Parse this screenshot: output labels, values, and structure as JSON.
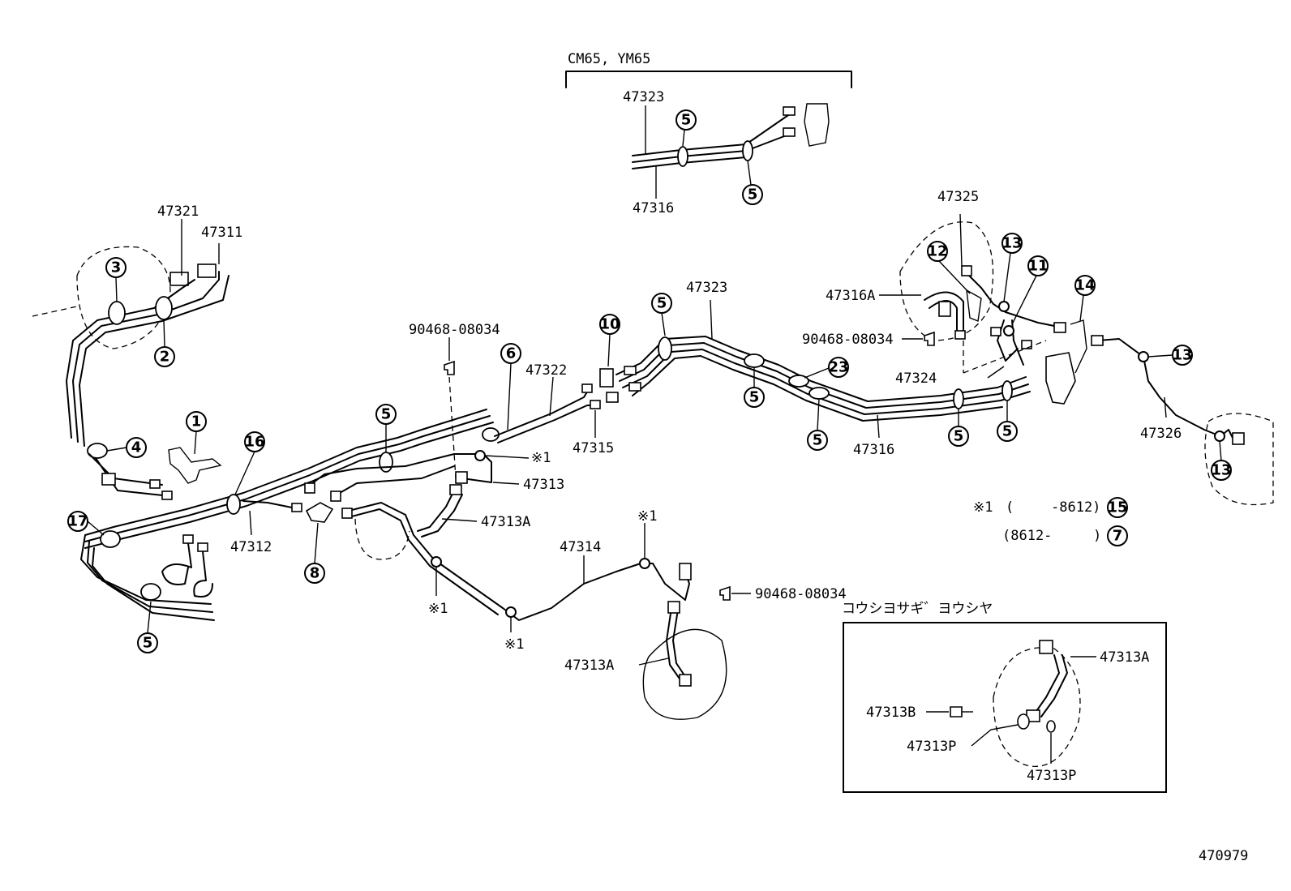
{
  "header": {
    "variant_label": "CM65, YM65"
  },
  "footer": {
    "diagram_code": "470979"
  },
  "parts": {
    "p47323_top": "47323",
    "p47316_top": "47316",
    "p47321": "47321",
    "p47311": "47311",
    "p90468_a": "90468-08034",
    "p47322": "47322",
    "p47315": "47315",
    "p47313": "47313",
    "p47313A_mid": "47313A",
    "p47312": "47312",
    "p47314": "47314",
    "p47313A_low": "47313A",
    "p90468_b": "90468-08034",
    "p47323_mid": "47323",
    "p47325": "47325",
    "p47316A": "47316A",
    "p90468_c": "90468-08034",
    "p47324": "47324",
    "p47316_mid": "47316",
    "p47326": "47326"
  },
  "callouts": {
    "c5_top_a": "5",
    "c5_top_b": "5",
    "c3": "3",
    "c2": "2",
    "c1": "1",
    "c4": "4",
    "c17": "17",
    "c5_left": "5",
    "c16": "16",
    "c5_mid": "5",
    "c6": "6",
    "c8": "8",
    "c10": "10",
    "c5_center": "5",
    "c5_right_a": "5",
    "c23": "23",
    "c5_right_b": "5",
    "c5_right_c": "5",
    "c5_right_d": "5",
    "c12": "12",
    "c13_a": "13",
    "c11": "11",
    "c14": "14",
    "c13_b": "13",
    "c13_c": "13",
    "c15": "15",
    "c7": "7"
  },
  "marks": {
    "m1_a": "※1",
    "m1_b": "※1",
    "m1_c": "※1",
    "m1_d": "※1"
  },
  "note": {
    "line1_mark": "※1",
    "line1_paren_open": "(",
    "line1_range": "-8612)",
    "line2_range": "(8612-",
    "line2_paren_close": ")"
  },
  "inset": {
    "title": "コウシヨサギ゛ヨウシヤ",
    "p47313A": "47313A",
    "p47313B": "47313B",
    "p47313P_a": "47313P",
    "p47313P_b": "47313P"
  }
}
